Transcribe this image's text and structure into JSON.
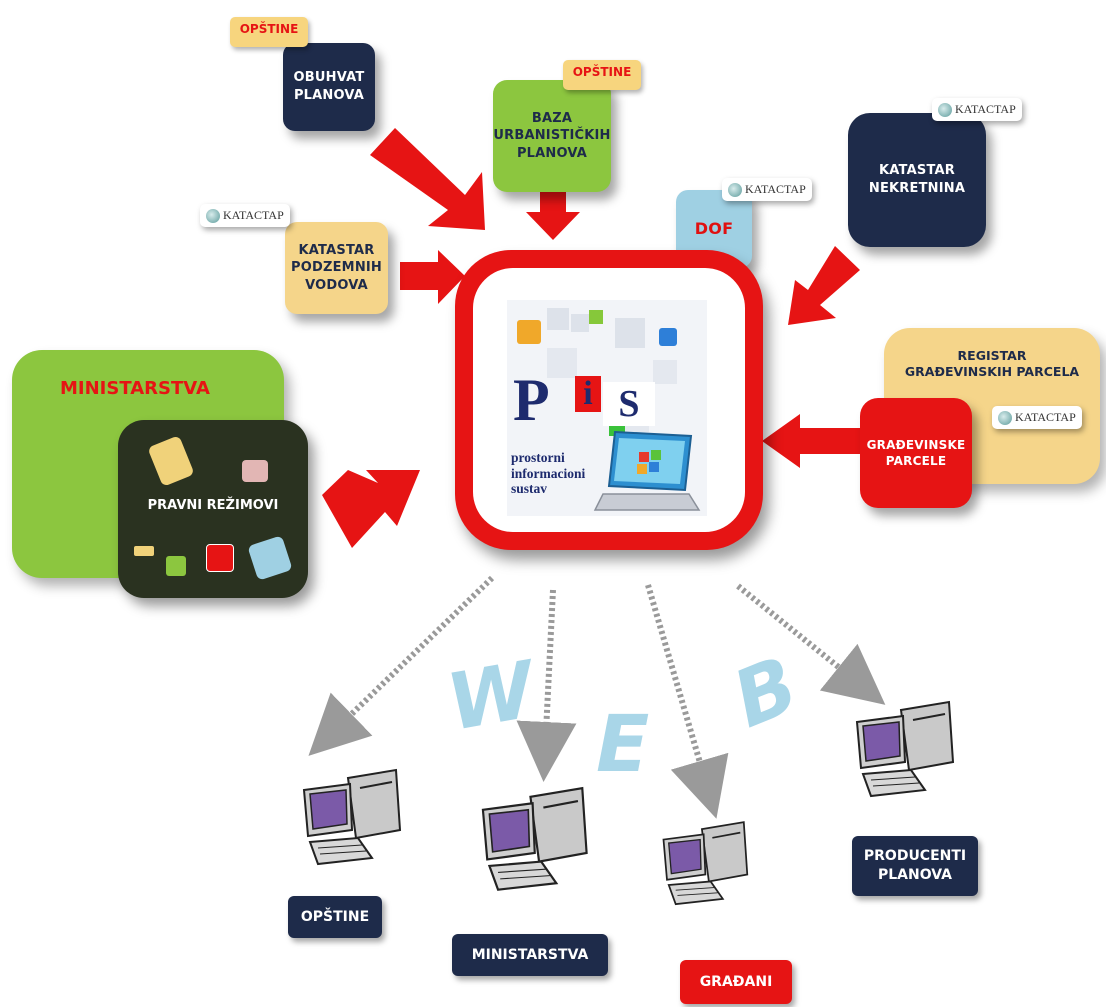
{
  "center": {
    "letters": {
      "p": "P",
      "i": "i",
      "s": "S"
    },
    "subtitle_line1": "prostorni",
    "subtitle_line2": "informacioni",
    "subtitle_line3": "sustav"
  },
  "top_left": {
    "tag": "OPŠTINE",
    "label_line1": "OBUHVAT",
    "label_line2": "PLANOVA"
  },
  "top_center": {
    "tag": "OPŠTINE",
    "label_line1": "BAZA",
    "label_line2": "URBANISTIČKIH",
    "label_line3": "PLANOVA"
  },
  "dof": {
    "tag": "KATACTAP",
    "label": "DOF"
  },
  "katastar_nekretnina": {
    "tag": "KATACTAP",
    "label_line1": "KATASTAR",
    "label_line2": "NEKRETNINA"
  },
  "katastar_podzemnih": {
    "tag": "KATACTAP",
    "label_line1": "KATASTAR",
    "label_line2": "PODZEMNIH",
    "label_line3": "VODOVA"
  },
  "ministarstva": {
    "title": "MINISTARSTVA",
    "inner_label": "PRAVNI REŽIMOVI"
  },
  "registar": {
    "title_line1": "REGISTAR",
    "title_line2": "GRAĐEVINSKIH PARCELA",
    "tag": "KATACTAP",
    "inner_line1": "GRAĐEVINSKE",
    "inner_line2": "PARCELE"
  },
  "web": {
    "w": "W",
    "e": "E",
    "b": "B"
  },
  "clients": [
    {
      "label": "OPŠTINE"
    },
    {
      "label": "MINISTARSTVA"
    },
    {
      "label": "GRAĐANI"
    },
    {
      "label_line1": "PRODUCENTI",
      "label_line2": "PLANOVA"
    }
  ],
  "colors": {
    "navy": "#1e2b4a",
    "red": "#e61414",
    "green": "#8cc63f",
    "tan": "#f5d58a",
    "lightblue": "#9fd0e3"
  }
}
